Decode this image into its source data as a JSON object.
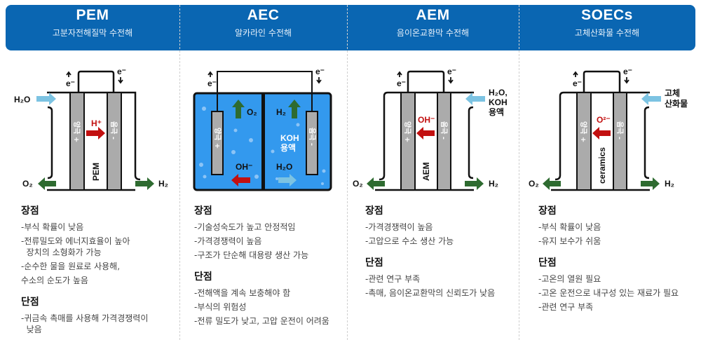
{
  "columns": [
    {
      "title": "PEM",
      "subtitle": "고분자전해질막 수전해",
      "pros_heading": "장점",
      "pros": [
        "-부식 확률이 낮음",
        "-전류밀도와 에너지효율이 높아\n  장치의 소형화가 가능",
        "-순수한 물을 원료로 사용해,",
        "수소의 순도가 높음"
      ],
      "cons_heading": "단점",
      "cons": [
        "-귀금속 촉매를 사용해 가격경쟁력이\n  낮음"
      ]
    },
    {
      "title": "AEC",
      "subtitle": "알카라인 수전해",
      "pros_heading": "장점",
      "pros": [
        "-기술성숙도가 높고 안정적임",
        "-가격경쟁력이 높음",
        "-구조가 단순해 대용량 생산 가능"
      ],
      "cons_heading": "단점",
      "cons": [
        "-전해액을 계속 보충해야 함",
        "-부식의 위험성",
        "-전류 밀도가 낮고, 고압 운전이 어려움"
      ]
    },
    {
      "title": "AEM",
      "subtitle": "음이온교환막 수전해",
      "pros_heading": "장점",
      "pros": [
        "-가격경쟁력이 높음",
        "-고압으로 수소 생산 가능"
      ],
      "cons_heading": "단점",
      "cons": [
        "-관련 연구 부족",
        "-촉매, 음이온교환막의 신뢰도가 낮음"
      ]
    },
    {
      "title": "SOECs",
      "subtitle": "고체산화물 수전해",
      "pros_heading": "장점",
      "pros": [
        "-부식 확률이 낮음",
        "-유지 보수가 쉬움"
      ],
      "cons_heading": "단점",
      "cons": [
        "-고온의 열원 필요",
        "-고온 운전으로 내구성 있는 재료가 필요",
        "-관련 연구 부족"
      ]
    }
  ],
  "diagram": {
    "electron": "e⁻",
    "anode": "양극 +",
    "cathode": "음극 -",
    "o2": "O₂",
    "h2": "H₂",
    "h2o": "H₂O",
    "pem": {
      "ion": "H⁺",
      "membrane": "PEM"
    },
    "aec": {
      "ion": "OH⁻",
      "solution_line1": "KOH",
      "solution_line2": "용액"
    },
    "aem": {
      "ion": "OH⁻",
      "membrane": "AEM",
      "input_line1": "H₂O,",
      "input_line2": "KOH",
      "input_line3": "용액"
    },
    "soec": {
      "ion": "O²⁻",
      "membrane": "ceramics",
      "input_line1": "고체",
      "input_line2": "산화물"
    }
  },
  "colors": {
    "header": "#0a66b2",
    "product_arrow": "#2e6b30",
    "ion_arrow": "#c21010",
    "input_arrow": "#7cc3e2",
    "electrode": "#ababab",
    "alkaline": "#3399ee"
  }
}
